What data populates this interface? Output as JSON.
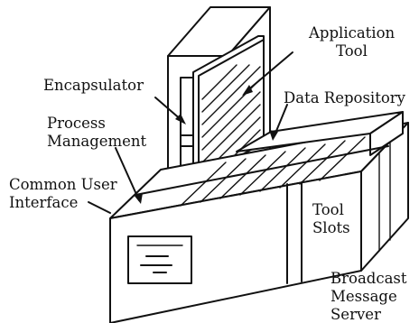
{
  "labels": {
    "application_tool_line1": "Application",
    "application_tool_line2": "Tool",
    "encapsulator": "Encapsulator",
    "data_repository": "Data Repository",
    "process_management_line1": "Process",
    "process_management_line2": "Management",
    "common_ui_line1": "Common User",
    "common_ui_line2": "Interface",
    "tool_slots_line1": "Tool",
    "tool_slots_line2": "Slots",
    "broadcast_line1": "Broadcast",
    "broadcast_line2": "Message",
    "broadcast_line3": "Server"
  }
}
